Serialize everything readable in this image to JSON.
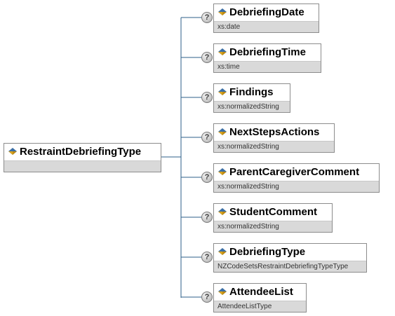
{
  "root": {
    "name": "RestraintDebriefingType",
    "type": ""
  },
  "children": [
    {
      "name": "DebriefingDate",
      "type": "xs:date"
    },
    {
      "name": "DebriefingTime",
      "type": "xs:time"
    },
    {
      "name": "Findings",
      "type": "xs:normalizedString"
    },
    {
      "name": "NextStepsActions",
      "type": "xs:normalizedString"
    },
    {
      "name": "ParentCaregiverComment",
      "type": "xs:normalizedString"
    },
    {
      "name": "StudentComment",
      "type": "xs:normalizedString"
    },
    {
      "name": "DebriefingType",
      "type": "NZCodeSetsRestraintDebriefingTypeType"
    },
    {
      "name": "AttendeeList",
      "type": "AttendeeListType"
    }
  ],
  "optional_marker": "?",
  "colors": {
    "line": "#2e5f8a",
    "icon_blue": "#3a6ea5",
    "icon_gold": "#d9a520",
    "type_bg": "#d9d9d9"
  },
  "icons": {
    "element": "element-diamond-icon",
    "optional": "question-mark-icon"
  }
}
